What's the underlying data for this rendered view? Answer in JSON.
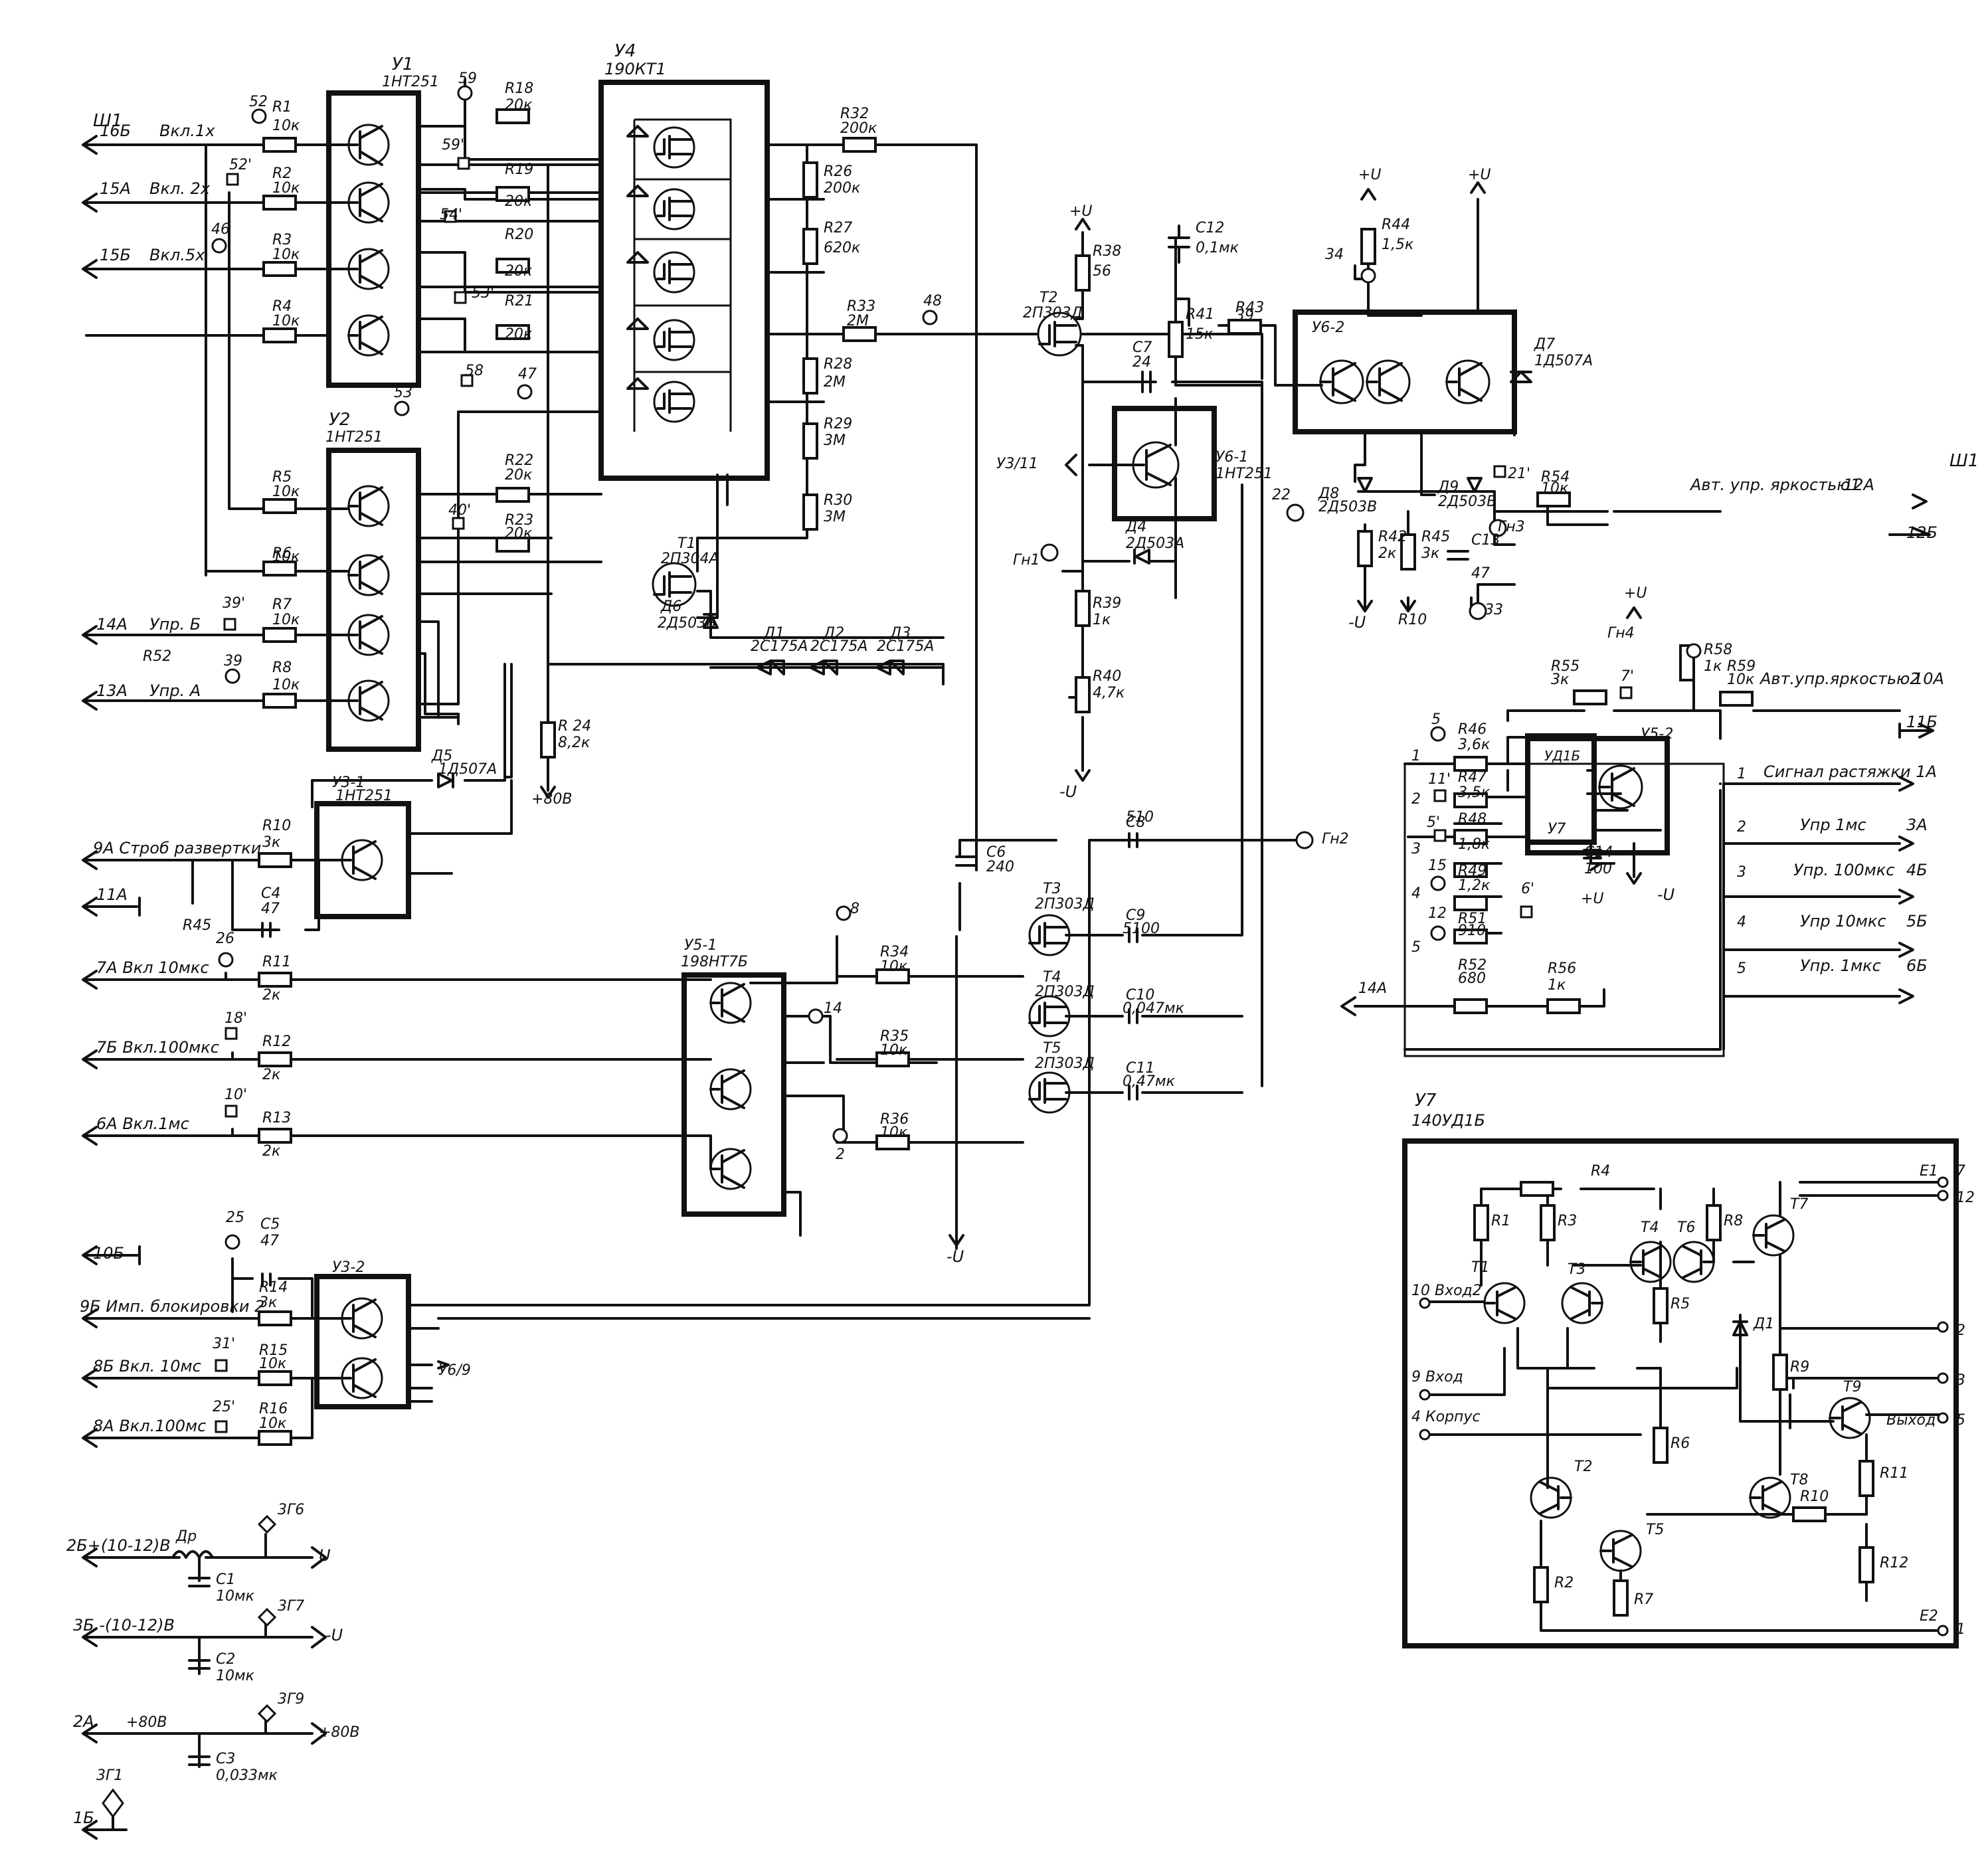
{
  "labels": [
    {
      "id": "sh1-top",
      "text": "Ш1"
    },
    {
      "id": "u1-ref",
      "text": "У1"
    },
    {
      "id": "u1-part",
      "text": "1НТ251"
    },
    {
      "id": "u4-ref",
      "text": "У4"
    },
    {
      "id": "u4-part",
      "text": "190КТ1"
    },
    {
      "id": "u2-ref",
      "text": "У2"
    },
    {
      "id": "u2-part",
      "text": "1НТ251"
    },
    {
      "id": "in-16b",
      "text": "16Б"
    },
    {
      "id": "in-vkl1x",
      "text": "Вкл.1х"
    },
    {
      "id": "in-15a",
      "text": "15А"
    },
    {
      "id": "in-vkl2x",
      "text": "Вкл. 2х"
    },
    {
      "id": "in-15b",
      "text": "15Б"
    },
    {
      "id": "in-vkl5x",
      "text": "Вкл.5х"
    },
    {
      "id": "tp-52",
      "text": "52"
    },
    {
      "id": "tp-52p",
      "text": "52'"
    },
    {
      "id": "tp-46",
      "text": "46"
    },
    {
      "id": "r1",
      "text": "R1"
    },
    {
      "id": "r1v",
      "text": "10к"
    },
    {
      "id": "r2",
      "text": "R2"
    },
    {
      "id": "r2v",
      "text": "10к"
    },
    {
      "id": "r3",
      "text": "R3"
    },
    {
      "id": "r3v",
      "text": "10к"
    },
    {
      "id": "r4",
      "text": "R4"
    },
    {
      "id": "r4v",
      "text": "10к"
    },
    {
      "id": "tp-59",
      "text": "59"
    },
    {
      "id": "tp-59p",
      "text": "59'"
    },
    {
      "id": "tp-54p",
      "text": "54'"
    },
    {
      "id": "tp-53p",
      "text": "53'"
    },
    {
      "id": "tp-58",
      "text": "58"
    },
    {
      "id": "tp-47",
      "text": "47"
    },
    {
      "id": "tp-53",
      "text": "53"
    },
    {
      "id": "tp-40p",
      "text": "40'"
    },
    {
      "id": "r18",
      "text": "R18"
    },
    {
      "id": "r18v",
      "text": "20к"
    },
    {
      "id": "r19",
      "text": "R19"
    },
    {
      "id": "r19v",
      "text": "20к"
    },
    {
      "id": "r20",
      "text": "R20"
    },
    {
      "id": "r20v",
      "text": "20к"
    },
    {
      "id": "r21",
      "text": "R21"
    },
    {
      "id": "r21v",
      "text": "20к"
    },
    {
      "id": "r22",
      "text": "R22"
    },
    {
      "id": "r22v",
      "text": "20к"
    },
    {
      "id": "r23",
      "text": "R23"
    },
    {
      "id": "r23v",
      "text": "20к"
    },
    {
      "id": "r5",
      "text": "R5"
    },
    {
      "id": "r5v",
      "text": "10к"
    },
    {
      "id": "r6",
      "text": "R6"
    },
    {
      "id": "r6v",
      "text": "10к"
    },
    {
      "id": "r7",
      "text": "R7"
    },
    {
      "id": "r7v",
      "text": "10к"
    },
    {
      "id": "r8",
      "text": "R8"
    },
    {
      "id": "r8v",
      "text": "10к"
    },
    {
      "id": "in-14a",
      "text": "14А"
    },
    {
      "id": "in-uprb",
      "text": "Упр. Б"
    },
    {
      "id": "in-13a",
      "text": "13А"
    },
    {
      "id": "in-upra",
      "text": "Упр. А"
    },
    {
      "id": "tp-39p",
      "text": "39'"
    },
    {
      "id": "tp-39",
      "text": "39"
    },
    {
      "id": "r52-ref",
      "text": "R52"
    },
    {
      "id": "r24",
      "text": "R 24"
    },
    {
      "id": "r24v",
      "text": "8,2к"
    },
    {
      "id": "v80",
      "text": "+80В"
    },
    {
      "id": "r32",
      "text": "R32"
    },
    {
      "id": "r32v",
      "text": "200к"
    },
    {
      "id": "r26",
      "text": "R26"
    },
    {
      "id": "r26v",
      "text": "200к"
    },
    {
      "id": "r27",
      "text": "R27"
    },
    {
      "id": "r27v",
      "text": "620к"
    },
    {
      "id": "r33",
      "text": "R33"
    },
    {
      "id": "r33v",
      "text": "2М"
    },
    {
      "id": "r28",
      "text": "R28"
    },
    {
      "id": "r28v",
      "text": "2М"
    },
    {
      "id": "r29",
      "text": "R29"
    },
    {
      "id": "r29v",
      "text": "3М"
    },
    {
      "id": "r30",
      "text": "R30"
    },
    {
      "id": "r30v",
      "text": "3М"
    },
    {
      "id": "tp-48",
      "text": "48"
    },
    {
      "id": "t1",
      "text": "Т1"
    },
    {
      "id": "t1p",
      "text": "2П304А"
    },
    {
      "id": "d6",
      "text": "Д6"
    },
    {
      "id": "d6p",
      "text": "2Д503Б"
    },
    {
      "id": "d1",
      "text": "Д1"
    },
    {
      "id": "d1p",
      "text": "2С175А"
    },
    {
      "id": "d2",
      "text": "Д2"
    },
    {
      "id": "d2p",
      "text": "2С175А"
    },
    {
      "id": "d3",
      "text": "Д3"
    },
    {
      "id": "d3p",
      "text": "2С175А"
    },
    {
      "id": "d5",
      "text": "Д5"
    },
    {
      "id": "d5p",
      "text": "1Д507А"
    },
    {
      "id": "u31",
      "text": "У3-1"
    },
    {
      "id": "u31p",
      "text": "1НТ251"
    },
    {
      "id": "in-9a",
      "text": "9А Строб развертки"
    },
    {
      "id": "r10",
      "text": "R10"
    },
    {
      "id": "r10v",
      "text": "3к"
    },
    {
      "id": "r45-ref",
      "text": "R45"
    },
    {
      "id": "c4",
      "text": "С4"
    },
    {
      "id": "c4v",
      "text": "47"
    },
    {
      "id": "in-11a",
      "text": "11А"
    },
    {
      "id": "tp-26",
      "text": "26"
    },
    {
      "id": "in-7a",
      "text": "7А Вкл 10мкс"
    },
    {
      "id": "r11",
      "text": "R11"
    },
    {
      "id": "r11v",
      "text": "2к"
    },
    {
      "id": "tp-18p",
      "text": "18'"
    },
    {
      "id": "in-7b",
      "text": "7Б  Вкл.100мкс"
    },
    {
      "id": "r12",
      "text": "R12"
    },
    {
      "id": "r12v",
      "text": "2к"
    },
    {
      "id": "tp-10p",
      "text": "10'"
    },
    {
      "id": "in-6a",
      "text": "6А  Вкл.1мс"
    },
    {
      "id": "r13",
      "text": "R13"
    },
    {
      "id": "r13v",
      "text": "2к"
    },
    {
      "id": "u51",
      "text": "У5-1"
    },
    {
      "id": "u51p",
      "text": "198НТ7Б"
    },
    {
      "id": "tp-8",
      "text": "8"
    },
    {
      "id": "tp-14",
      "text": "14"
    },
    {
      "id": "tp-2",
      "text": "2"
    },
    {
      "id": "r34",
      "text": "R34"
    },
    {
      "id": "r34v",
      "text": "10к"
    },
    {
      "id": "r35",
      "text": "R35"
    },
    {
      "id": "r35v",
      "text": "10к"
    },
    {
      "id": "r36",
      "text": "R36"
    },
    {
      "id": "r36v",
      "text": "10к"
    },
    {
      "id": "minus-u-1",
      "text": "-U"
    },
    {
      "id": "c6",
      "text": "С6"
    },
    {
      "id": "c6v",
      "text": "240"
    },
    {
      "id": "c8",
      "text": "С8"
    },
    {
      "id": "c8v",
      "text": "510"
    },
    {
      "id": "gn2",
      "text": "Гн2"
    },
    {
      "id": "t3",
      "text": "Т3"
    },
    {
      "id": "t3p",
      "text": "2П303Д"
    },
    {
      "id": "c9",
      "text": "С9"
    },
    {
      "id": "c9v",
      "text": "5100"
    },
    {
      "id": "t4",
      "text": "Т4"
    },
    {
      "id": "t4p",
      "text": "2П303Д"
    },
    {
      "id": "c10",
      "text": "С10"
    },
    {
      "id": "c10v",
      "text": "0,047мк"
    },
    {
      "id": "t5",
      "text": "Т5"
    },
    {
      "id": "t5p",
      "text": "2П303Д"
    },
    {
      "id": "c11",
      "text": "С11"
    },
    {
      "id": "c11v",
      "text": "0,47мк"
    },
    {
      "id": "in-10b",
      "text": "10Б"
    },
    {
      "id": "tp-25",
      "text": "25"
    },
    {
      "id": "c5",
      "text": "С5"
    },
    {
      "id": "c5v",
      "text": "47"
    },
    {
      "id": "u32",
      "text": "У3-2"
    },
    {
      "id": "in-9b",
      "text": "9Б Имп. блокировки 2"
    },
    {
      "id": "r14",
      "text": "R14"
    },
    {
      "id": "r14v",
      "text": "3к"
    },
    {
      "id": "tp-31p",
      "text": "31'"
    },
    {
      "id": "in-8b",
      "text": "8Б  Вкл. 10мс"
    },
    {
      "id": "r15",
      "text": "R15"
    },
    {
      "id": "r15v",
      "text": "10к"
    },
    {
      "id": "tp-25p",
      "text": "25'"
    },
    {
      "id": "in-8a",
      "text": "8А  Вкл.100мс"
    },
    {
      "id": "r16",
      "text": "R16"
    },
    {
      "id": "r16v",
      "text": "10к"
    },
    {
      "id": "u6-9",
      "text": "У6/9"
    },
    {
      "id": "in-2b",
      "text": "2Б+(10-12)В"
    },
    {
      "id": "dr",
      "text": "Др"
    },
    {
      "id": "zg6",
      "text": "3Г6"
    },
    {
      "id": "plus-u",
      "text": "U"
    },
    {
      "id": "c1",
      "text": "С1"
    },
    {
      "id": "c1v",
      "text": "10мк"
    },
    {
      "id": "in-3b",
      "text": "3Б  -(10-12)В"
    },
    {
      "id": "zg7",
      "text": "3Г7"
    },
    {
      "id": "minus-u-2",
      "text": "-U"
    },
    {
      "id": "c2",
      "text": "С2"
    },
    {
      "id": "c2v",
      "text": "10мк"
    },
    {
      "id": "in-2a",
      "text": "2А"
    },
    {
      "id": "v80-a",
      "text": "+80В"
    },
    {
      "id": "zg9",
      "text": "3Г9"
    },
    {
      "id": "v80-b",
      "text": "+80В"
    },
    {
      "id": "c3",
      "text": "С3"
    },
    {
      "id": "c3v",
      "text": "0,033мк"
    },
    {
      "id": "zg1",
      "text": "3Г1"
    },
    {
      "id": "in-1b",
      "text": "1Б"
    },
    {
      "id": "plus-u-1",
      "text": "+U"
    },
    {
      "id": "r38",
      "text": "R38"
    },
    {
      "id": "r38v",
      "text": "56"
    },
    {
      "id": "t2",
      "text": "Т2"
    },
    {
      "id": "t2p",
      "text": "2П303Д"
    },
    {
      "id": "c12",
      "text": "С12"
    },
    {
      "id": "c12v",
      "text": "0,1мк"
    },
    {
      "id": "c7",
      "text": "С7"
    },
    {
      "id": "c7v",
      "text": "24"
    },
    {
      "id": "r41",
      "text": "R41"
    },
    {
      "id": "r41v",
      "text": "15к"
    },
    {
      "id": "r43",
      "text": "R43"
    },
    {
      "id": "r43v",
      "text": "39"
    },
    {
      "id": "u611",
      "text": "У3/11"
    },
    {
      "id": "u61",
      "text": "У6-1"
    },
    {
      "id": "u61p",
      "text": "1НТ251"
    },
    {
      "id": "gn1",
      "text": "Гн1"
    },
    {
      "id": "d4",
      "text": "Д4"
    },
    {
      "id": "d4p",
      "text": "2Д503А"
    },
    {
      "id": "r39",
      "text": "R39"
    },
    {
      "id": "r39v",
      "text": "1к"
    },
    {
      "id": "r40",
      "text": "R40"
    },
    {
      "id": "r40v",
      "text": "4,7к"
    },
    {
      "id": "minus-u-3",
      "text": "-U"
    },
    {
      "id": "tp-22",
      "text": "22"
    },
    {
      "id": "plus-u-2",
      "text": "+U"
    },
    {
      "id": "plus-u-3",
      "text": "+U"
    },
    {
      "id": "tp-34",
      "text": "34"
    },
    {
      "id": "r44",
      "text": "R44"
    },
    {
      "id": "r44v",
      "text": "1,5к"
    },
    {
      "id": "u62",
      "text": "У6-2"
    },
    {
      "id": "d7",
      "text": "Д7"
    },
    {
      "id": "d7p",
      "text": "1Д507А"
    },
    {
      "id": "d8",
      "text": "Д8"
    },
    {
      "id": "d8p",
      "text": "2Д503В"
    },
    {
      "id": "d9",
      "text": "Д9"
    },
    {
      "id": "d9p",
      "text": "2Д503В"
    },
    {
      "id": "tp-21p",
      "text": "21'"
    },
    {
      "id": "r54",
      "text": "R54"
    },
    {
      "id": "r54v",
      "text": "10к"
    },
    {
      "id": "out-avt1",
      "text": "Авт. упр. яркостью1"
    },
    {
      "id": "out-12a",
      "text": "12А"
    },
    {
      "id": "sh1-right",
      "text": "Ш1"
    },
    {
      "id": "out-12b",
      "text": "12Б"
    },
    {
      "id": "gn3",
      "text": "Гн3"
    },
    {
      "id": "r42",
      "text": "R42"
    },
    {
      "id": "r42v",
      "text": "2к"
    },
    {
      "id": "r45",
      "text": "R45"
    },
    {
      "id": "r45v",
      "text": "3к"
    },
    {
      "id": "c13",
      "text": "С13"
    },
    {
      "id": "c13v",
      "text": "47"
    },
    {
      "id": "minus-u-4",
      "text": "-U"
    },
    {
      "id": "r10-ref",
      "text": "R10"
    },
    {
      "id": "tp-33",
      "text": "33"
    },
    {
      "id": "plus-u-4",
      "text": "+U"
    },
    {
      "id": "gn4",
      "text": "Гн4"
    },
    {
      "id": "r55",
      "text": "R55"
    },
    {
      "id": "r55v",
      "text": "3к"
    },
    {
      "id": "tp-7p",
      "text": "7'"
    },
    {
      "id": "r58",
      "text": "R58"
    },
    {
      "id": "r58v",
      "text": "1к"
    },
    {
      "id": "r59",
      "text": "R59"
    },
    {
      "id": "r59v",
      "text": "10к"
    },
    {
      "id": "out-avt2",
      "text": "Авт.упр.яркостью2"
    },
    {
      "id": "out-10a",
      "text": "10А"
    },
    {
      "id": "out-11b",
      "text": "11Б"
    },
    {
      "id": "tp-5",
      "text": "5"
    },
    {
      "id": "sw1",
      "text": "1"
    },
    {
      "id": "r46",
      "text": "R46"
    },
    {
      "id": "r46v",
      "text": "3,6к"
    },
    {
      "id": "tp-11p",
      "text": "11'"
    },
    {
      "id": "sw2",
      "text": "2"
    },
    {
      "id": "r47",
      "text": "R47"
    },
    {
      "id": "r47v",
      "text": "3,5к"
    },
    {
      "id": "tp-5p",
      "text": "5'"
    },
    {
      "id": "sw3",
      "text": "3"
    },
    {
      "id": "r48",
      "text": "R48"
    },
    {
      "id": "r48v",
      "text": "1,8к"
    },
    {
      "id": "tp-15",
      "text": "15"
    },
    {
      "id": "sw4",
      "text": "4"
    },
    {
      "id": "r49",
      "text": "R49"
    },
    {
      "id": "r49v",
      "text": "1,2к"
    },
    {
      "id": "tp-12",
      "text": "12"
    },
    {
      "id": "r51",
      "text": "R51"
    },
    {
      "id": "r51v",
      "text": "910"
    },
    {
      "id": "sw5",
      "text": "5"
    },
    {
      "id": "r52",
      "text": "R52"
    },
    {
      "id": "r52v",
      "text": "680"
    },
    {
      "id": "r56",
      "text": "R56"
    },
    {
      "id": "r56v",
      "text": "1к"
    },
    {
      "id": "in-14a-r",
      "text": "14А"
    },
    {
      "id": "ud1b",
      "text": "УД1Б"
    },
    {
      "id": "u7-lbl",
      "text": "У7"
    },
    {
      "id": "c14",
      "text": "С14"
    },
    {
      "id": "c14v",
      "text": "100"
    },
    {
      "id": "tp-6p",
      "text": "6'"
    },
    {
      "id": "plus-u-5",
      "text": "+U"
    },
    {
      "id": "u52",
      "text": "У5-2"
    },
    {
      "id": "minus-u-5",
      "text": "-U"
    },
    {
      "id": "out-1a",
      "text": "Сигнал растяжки 1А"
    },
    {
      "id": "out-3a-n",
      "text": "1"
    },
    {
      "id": "out-3a",
      "text": "Упр 1мс"
    },
    {
      "id": "out-3a-c",
      "text": "3А"
    },
    {
      "id": "out-4b-n",
      "text": "3"
    },
    {
      "id": "out-4b",
      "text": "Упр. 100мкс"
    },
    {
      "id": "out-4b-c",
      "text": "4Б"
    },
    {
      "id": "out-5b-n",
      "text": "4"
    },
    {
      "id": "out-5b",
      "text": "Упр 10мкс"
    },
    {
      "id": "out-5b-c",
      "text": "5Б"
    },
    {
      "id": "out-6b-n",
      "text": "5"
    },
    {
      "id": "out-6b",
      "text": "Упр. 1мкс"
    },
    {
      "id": "out-6b-c",
      "text": "6Б"
    },
    {
      "id": "out-2-n",
      "text": "2"
    },
    {
      "id": "u7-title",
      "text": "У7"
    },
    {
      "id": "u7-part",
      "text": "140УД1Б"
    },
    {
      "id": "u7-r4",
      "text": "R4"
    },
    {
      "id": "u7-r1",
      "text": "R1"
    },
    {
      "id": "u7-r3",
      "text": "R3"
    },
    {
      "id": "u7-t4",
      "text": "Т4"
    },
    {
      "id": "u7-t6",
      "text": "Т6"
    },
    {
      "id": "u7-r8",
      "text": "R8"
    },
    {
      "id": "u7-t7",
      "text": "Т7"
    },
    {
      "id": "u7-e1",
      "text": "Е1"
    },
    {
      "id": "u7-p7",
      "text": "7"
    },
    {
      "id": "u7-p12",
      "text": "12"
    },
    {
      "id": "u7-in2",
      "text": "10 Вход2"
    },
    {
      "id": "u7-t1",
      "text": "Т1"
    },
    {
      "id": "u7-t3",
      "text": "Т3"
    },
    {
      "id": "u7-r5",
      "text": "R5"
    },
    {
      "id": "u7-d1",
      "text": "Д1"
    },
    {
      "id": "u7-p2",
      "text": "2"
    },
    {
      "id": "u7-in",
      "text": "9  Вход"
    },
    {
      "id": "u7-r9",
      "text": "R9"
    },
    {
      "id": "u7-p3",
      "text": "3"
    },
    {
      "id": "u7-gnd",
      "text": "4  Корпус"
    },
    {
      "id": "u7-t9",
      "text": "Т9"
    },
    {
      "id": "u7-out",
      "text": "Выход"
    },
    {
      "id": "u7-p5",
      "text": "5"
    },
    {
      "id": "u7-r6",
      "text": "R6"
    },
    {
      "id": "u7-t2",
      "text": "Т2"
    },
    {
      "id": "u7-t8",
      "text": "Т8"
    },
    {
      "id": "u7-r10",
      "text": "R10"
    },
    {
      "id": "u7-r11",
      "text": "R11"
    },
    {
      "id": "u7-t5",
      "text": "Т5"
    },
    {
      "id": "u7-r12",
      "text": "R12"
    },
    {
      "id": "u7-r2",
      "text": "R2"
    },
    {
      "id": "u7-r7",
      "text": "R7"
    },
    {
      "id": "u7-e2",
      "text": "Е2"
    },
    {
      "id": "u7-p1",
      "text": "1"
    }
  ]
}
